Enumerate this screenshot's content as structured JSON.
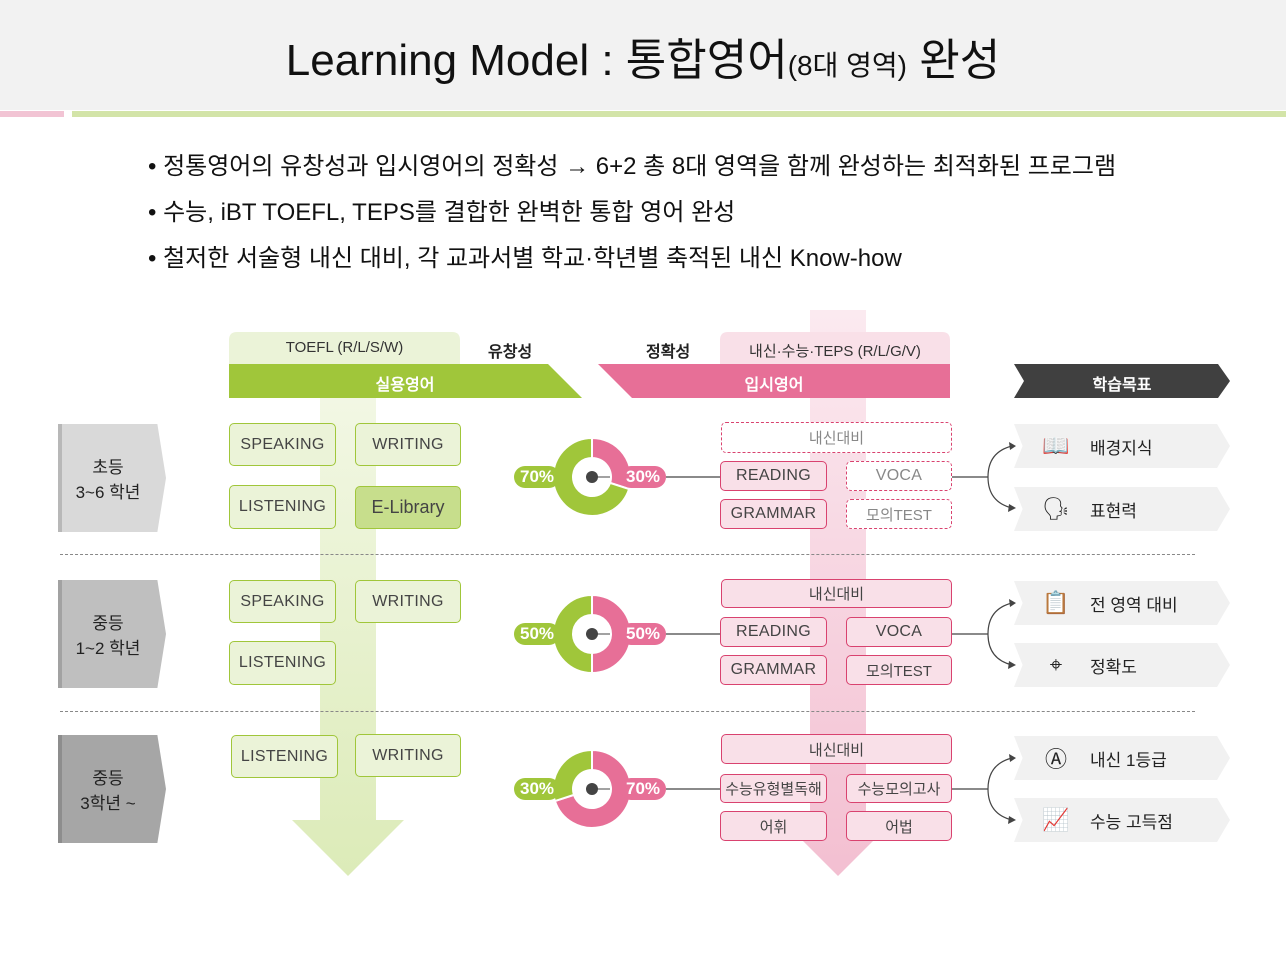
{
  "header": {
    "title_main": "Learning Model : 통합영어",
    "title_sub": "(8대 영역)",
    "title_end": " 완성"
  },
  "bullets": [
    "• 정통영어의 유창성과 입시영어의 정확성 → 6+2 총 8대 영역을 함께 완성하는 최적화된 프로그램",
    "• 수능, iBT TOEFL, TEPS를 결합한 완벽한 통합 영어 완성",
    "• 철저한 서술형 내신 대비, 각 교과서별 학교·학년별 축적된 내신 Know-how"
  ],
  "columns": {
    "practical_top": "TOEFL (R/L/S/W)",
    "practical": "실용영어",
    "fluency": "유창성",
    "accuracy": "정확성",
    "exam_top": "내신·수능·TEPS (R/L/G/V)",
    "exam": "입시영어",
    "goal": "학습목표"
  },
  "colors": {
    "green": "#a0c63a",
    "pink": "#e76f97",
    "dark": "#404040"
  },
  "rows": [
    {
      "grade1": "초등",
      "grade2": "3~6 학년",
      "skills": [
        "SPEAKING",
        "WRITING",
        "LISTENING",
        "E-Library"
      ],
      "practical_pct": 70,
      "exam_pct": 30,
      "green_label": "70%",
      "pink_label": "30%",
      "exam_head": "내신대비",
      "exam_items": [
        "READING",
        "VOCA",
        "GRAMMAR",
        "모의TEST"
      ],
      "goals": [
        {
          "icon": "head-book-icon",
          "label": "배경지식"
        },
        {
          "icon": "speaking-head-icon",
          "label": "표현력"
        }
      ]
    },
    {
      "grade1": "중등",
      "grade2": "1~2 학년",
      "skills": [
        "SPEAKING",
        "WRITING",
        "LISTENING"
      ],
      "practical_pct": 50,
      "exam_pct": 50,
      "green_label": "50%",
      "pink_label": "50%",
      "exam_head": "내신대비",
      "exam_items": [
        "READING",
        "VOCA",
        "GRAMMAR",
        "모의TEST"
      ],
      "goals": [
        {
          "icon": "checklist-icon",
          "label": "전 영역 대비"
        },
        {
          "icon": "target-icon",
          "label": "정확도"
        }
      ]
    },
    {
      "grade1": "중등",
      "grade2": "3학년 ~",
      "skills": [
        "LISTENING",
        "WRITING"
      ],
      "practical_pct": 30,
      "exam_pct": 70,
      "green_label": "30%",
      "pink_label": "70%",
      "exam_head": "내신대비",
      "exam_items": [
        "수능유형별독해",
        "수능모의고사",
        "어휘",
        "어법"
      ],
      "goals": [
        {
          "icon": "a-plus-icon",
          "label": "내신 1등급"
        },
        {
          "icon": "chart-up-icon",
          "label": "수능 고득점"
        }
      ]
    }
  ]
}
